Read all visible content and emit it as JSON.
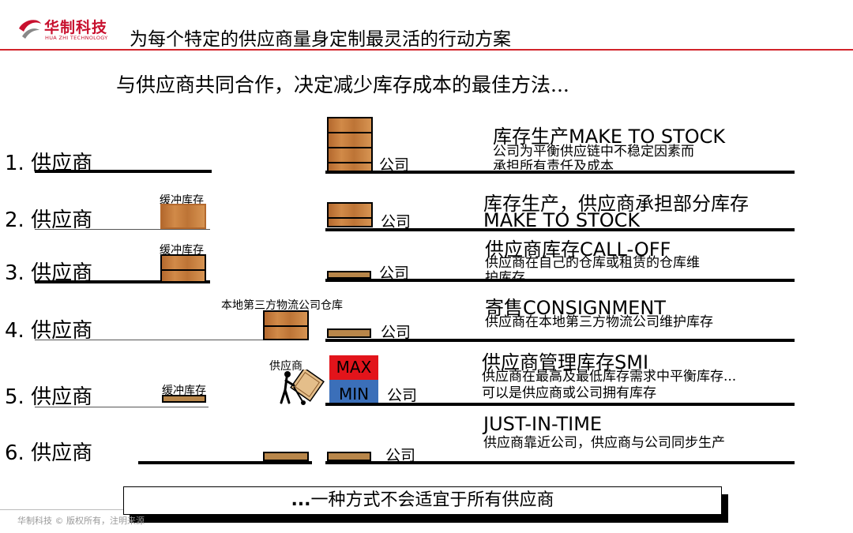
{
  "header": {
    "logo_cn": "华制科技",
    "logo_en": "HUA ZHI TECHNOLOGY",
    "title": "为每个特定的供应商量身定制最灵活的行动方案",
    "accent_color": "#d2232a"
  },
  "subtitle": "与供应商共同合作，决定减少库存成本的最佳方法...",
  "rows": [
    {
      "label": "1. 供应商",
      "company": "公司",
      "mode_title": "库存生产MAKE TO STOCK",
      "desc": [
        "公司为平衡供应链中不稳定因素而",
        "承担所有责任及成本"
      ]
    },
    {
      "label": "2. 供应商",
      "company": "公司",
      "buffer": "缓冲库存",
      "mode_title": "库存生产，供应商承担部分库存",
      "mode_title2": "MAKE TO STOCK"
    },
    {
      "label": "3. 供应商",
      "company": "公司",
      "buffer": "缓冲库存",
      "mode_title": "供应商库存CALL-OFF",
      "desc": [
        "供应商在自己的仓库或租赁的仓库维",
        "护库存"
      ]
    },
    {
      "label": "4. 供应商",
      "company": "公司",
      "warehouse": "本地第三方物流公司仓库",
      "mode_title": "寄售CONSIGNMENT",
      "desc": [
        "供应商在本地第三方物流公司维护库存"
      ]
    },
    {
      "label": "5. 供应商",
      "company": "公司",
      "buffer": "缓冲库存",
      "supplier_tag": "供应商",
      "max": "MAX",
      "min": "MIN",
      "mode_title": "供应商管理库存SMI",
      "desc": [
        "供应商在最高及最低库存需求中平衡库存...",
        "可以是供应商或公司拥有库存"
      ]
    },
    {
      "label": "6. 供应商",
      "company": "公司",
      "mode_title": "JUST-IN-TIME",
      "desc": [
        "供应商靠近公司，供应商与公司同步生产"
      ]
    }
  ],
  "banner": {
    "dots": "...",
    "text": "一种方式不会适宜于所有供应商"
  },
  "footer": "华制科技 © 版权所有，注明来源"
}
